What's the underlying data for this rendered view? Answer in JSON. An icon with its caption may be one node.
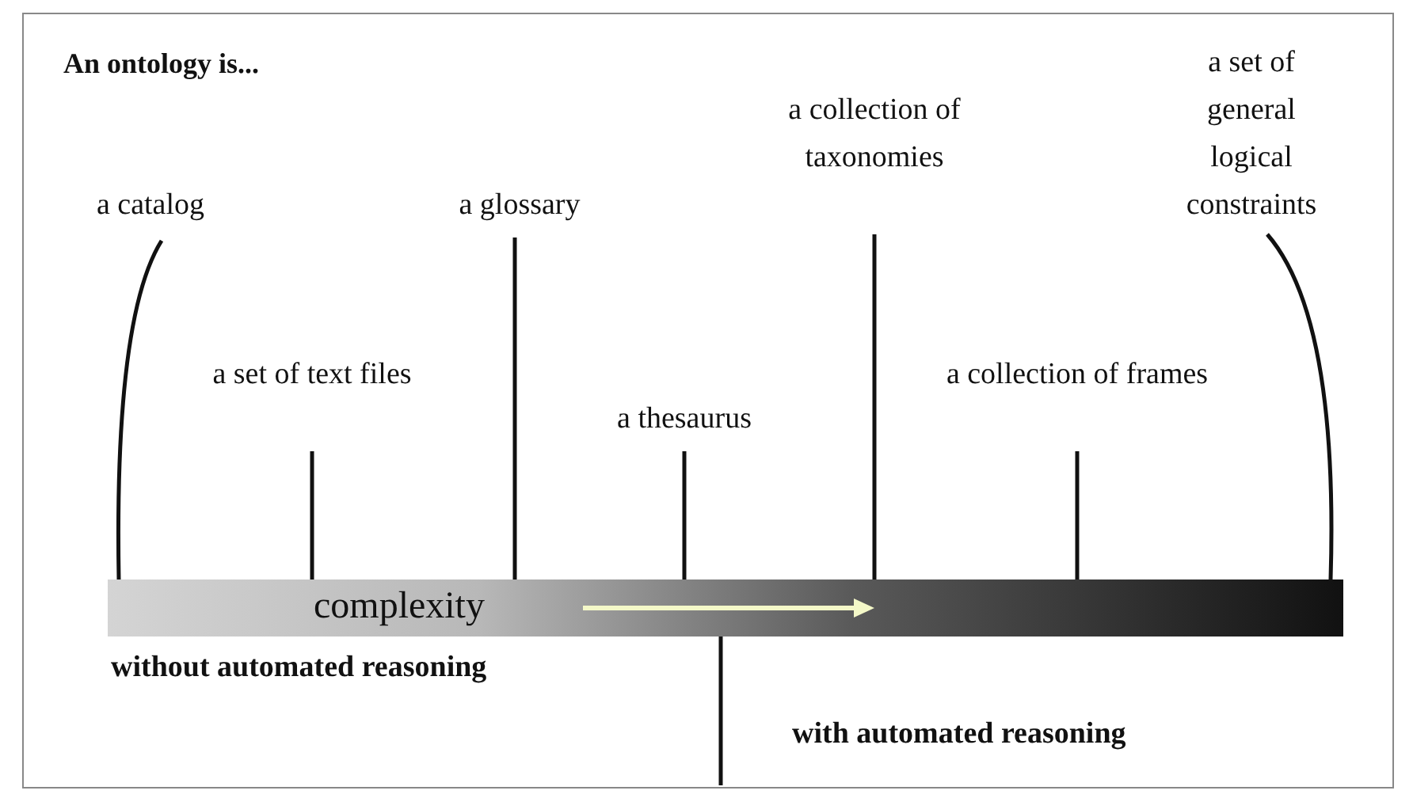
{
  "diagram": {
    "title": "An ontology is...",
    "nodes": [
      {
        "text": [
          "a catalog"
        ]
      },
      {
        "text": [
          "a glossary"
        ]
      },
      {
        "text": [
          "a collection of taxonomies"
        ]
      },
      {
        "text": [
          "a set of general logical constraints"
        ]
      },
      {
        "text": [
          "a set of text files"
        ]
      },
      {
        "text": [
          "a thesaurus"
        ]
      },
      {
        "text": [
          "a collection of frames"
        ]
      },
      {
        "text": [
          "complexity"
        ]
      }
    ],
    "edges": [
      {
        "from": 0,
        "to": 7,
        "arrow": "none"
      },
      {
        "from": 1,
        "to": 7,
        "arrow": "none"
      },
      {
        "from": 2,
        "to": 7,
        "arrow": "none"
      },
      {
        "from": 3,
        "to": 7,
        "arrow": "none"
      },
      {
        "from": 4,
        "to": 7,
        "arrow": "none"
      },
      {
        "from": 5,
        "to": 7,
        "arrow": "none"
      },
      {
        "from": 6,
        "to": 7,
        "arrow": "none"
      }
    ],
    "labels": [
      "without automated reasoning",
      "with automated reasoning"
    ]
  }
}
